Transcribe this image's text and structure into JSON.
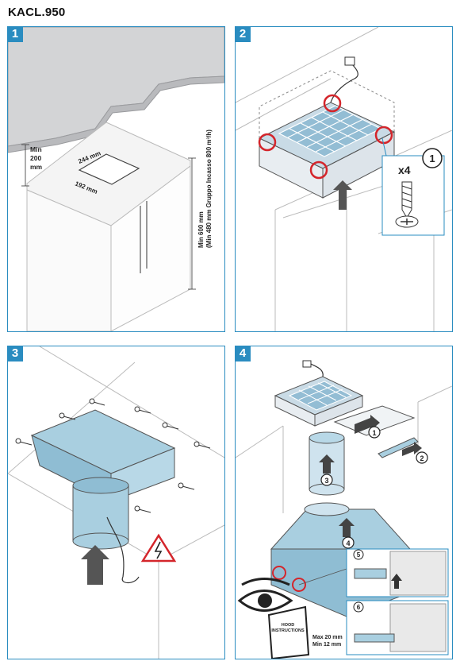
{
  "title": "KACL.950",
  "steps": [
    {
      "number": "1"
    },
    {
      "number": "2"
    },
    {
      "number": "3"
    },
    {
      "number": "4"
    }
  ],
  "step1": {
    "min_label": "Min",
    "min_value": "200",
    "min_unit": "mm",
    "width_label": "244 mm",
    "depth_label": "192 mm",
    "height_line1": "Min 600 mm",
    "height_line2": "(Min 480 mm Gruppo Incasso 800 m³/h)"
  },
  "step2": {
    "callout_number": "1",
    "screw_count": "x4"
  },
  "step4": {
    "sub_steps": [
      "1",
      "2",
      "3",
      "4",
      "5",
      "6"
    ],
    "booklet_line1": "HOOD",
    "booklet_line2": "INSTRUCTIONS",
    "max_label": "Max 20 mm",
    "min_label": "Min 12 mm"
  },
  "colors": {
    "accent": "#2a8cc0",
    "hood_blue": "#a9cfe0",
    "hood_blue_dark": "#7fb3cc",
    "warning_red": "#d4252b",
    "stone_gray": "#d3d4d6"
  }
}
